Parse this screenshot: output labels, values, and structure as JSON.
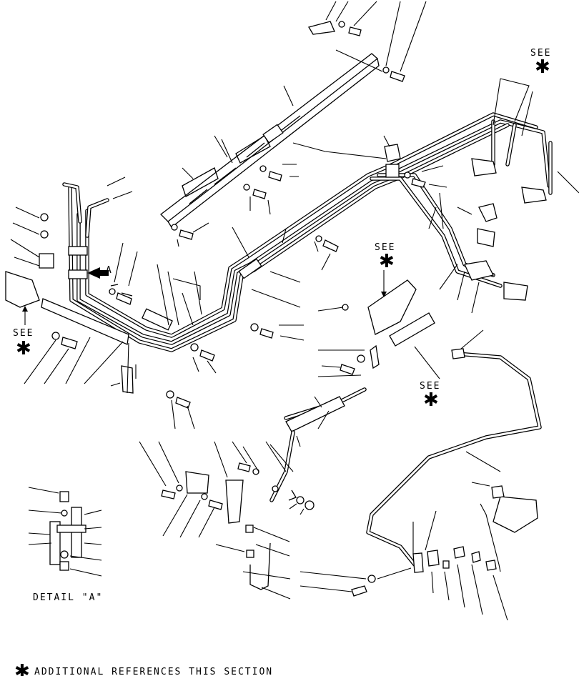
{
  "diagram": {
    "see_label": "SEE",
    "ref_mark": "✱",
    "arrow_label": "A",
    "detail_label": "DETAIL \"A\"",
    "footer_text": "ADDITIONAL REFERENCES THIS SECTION"
  }
}
